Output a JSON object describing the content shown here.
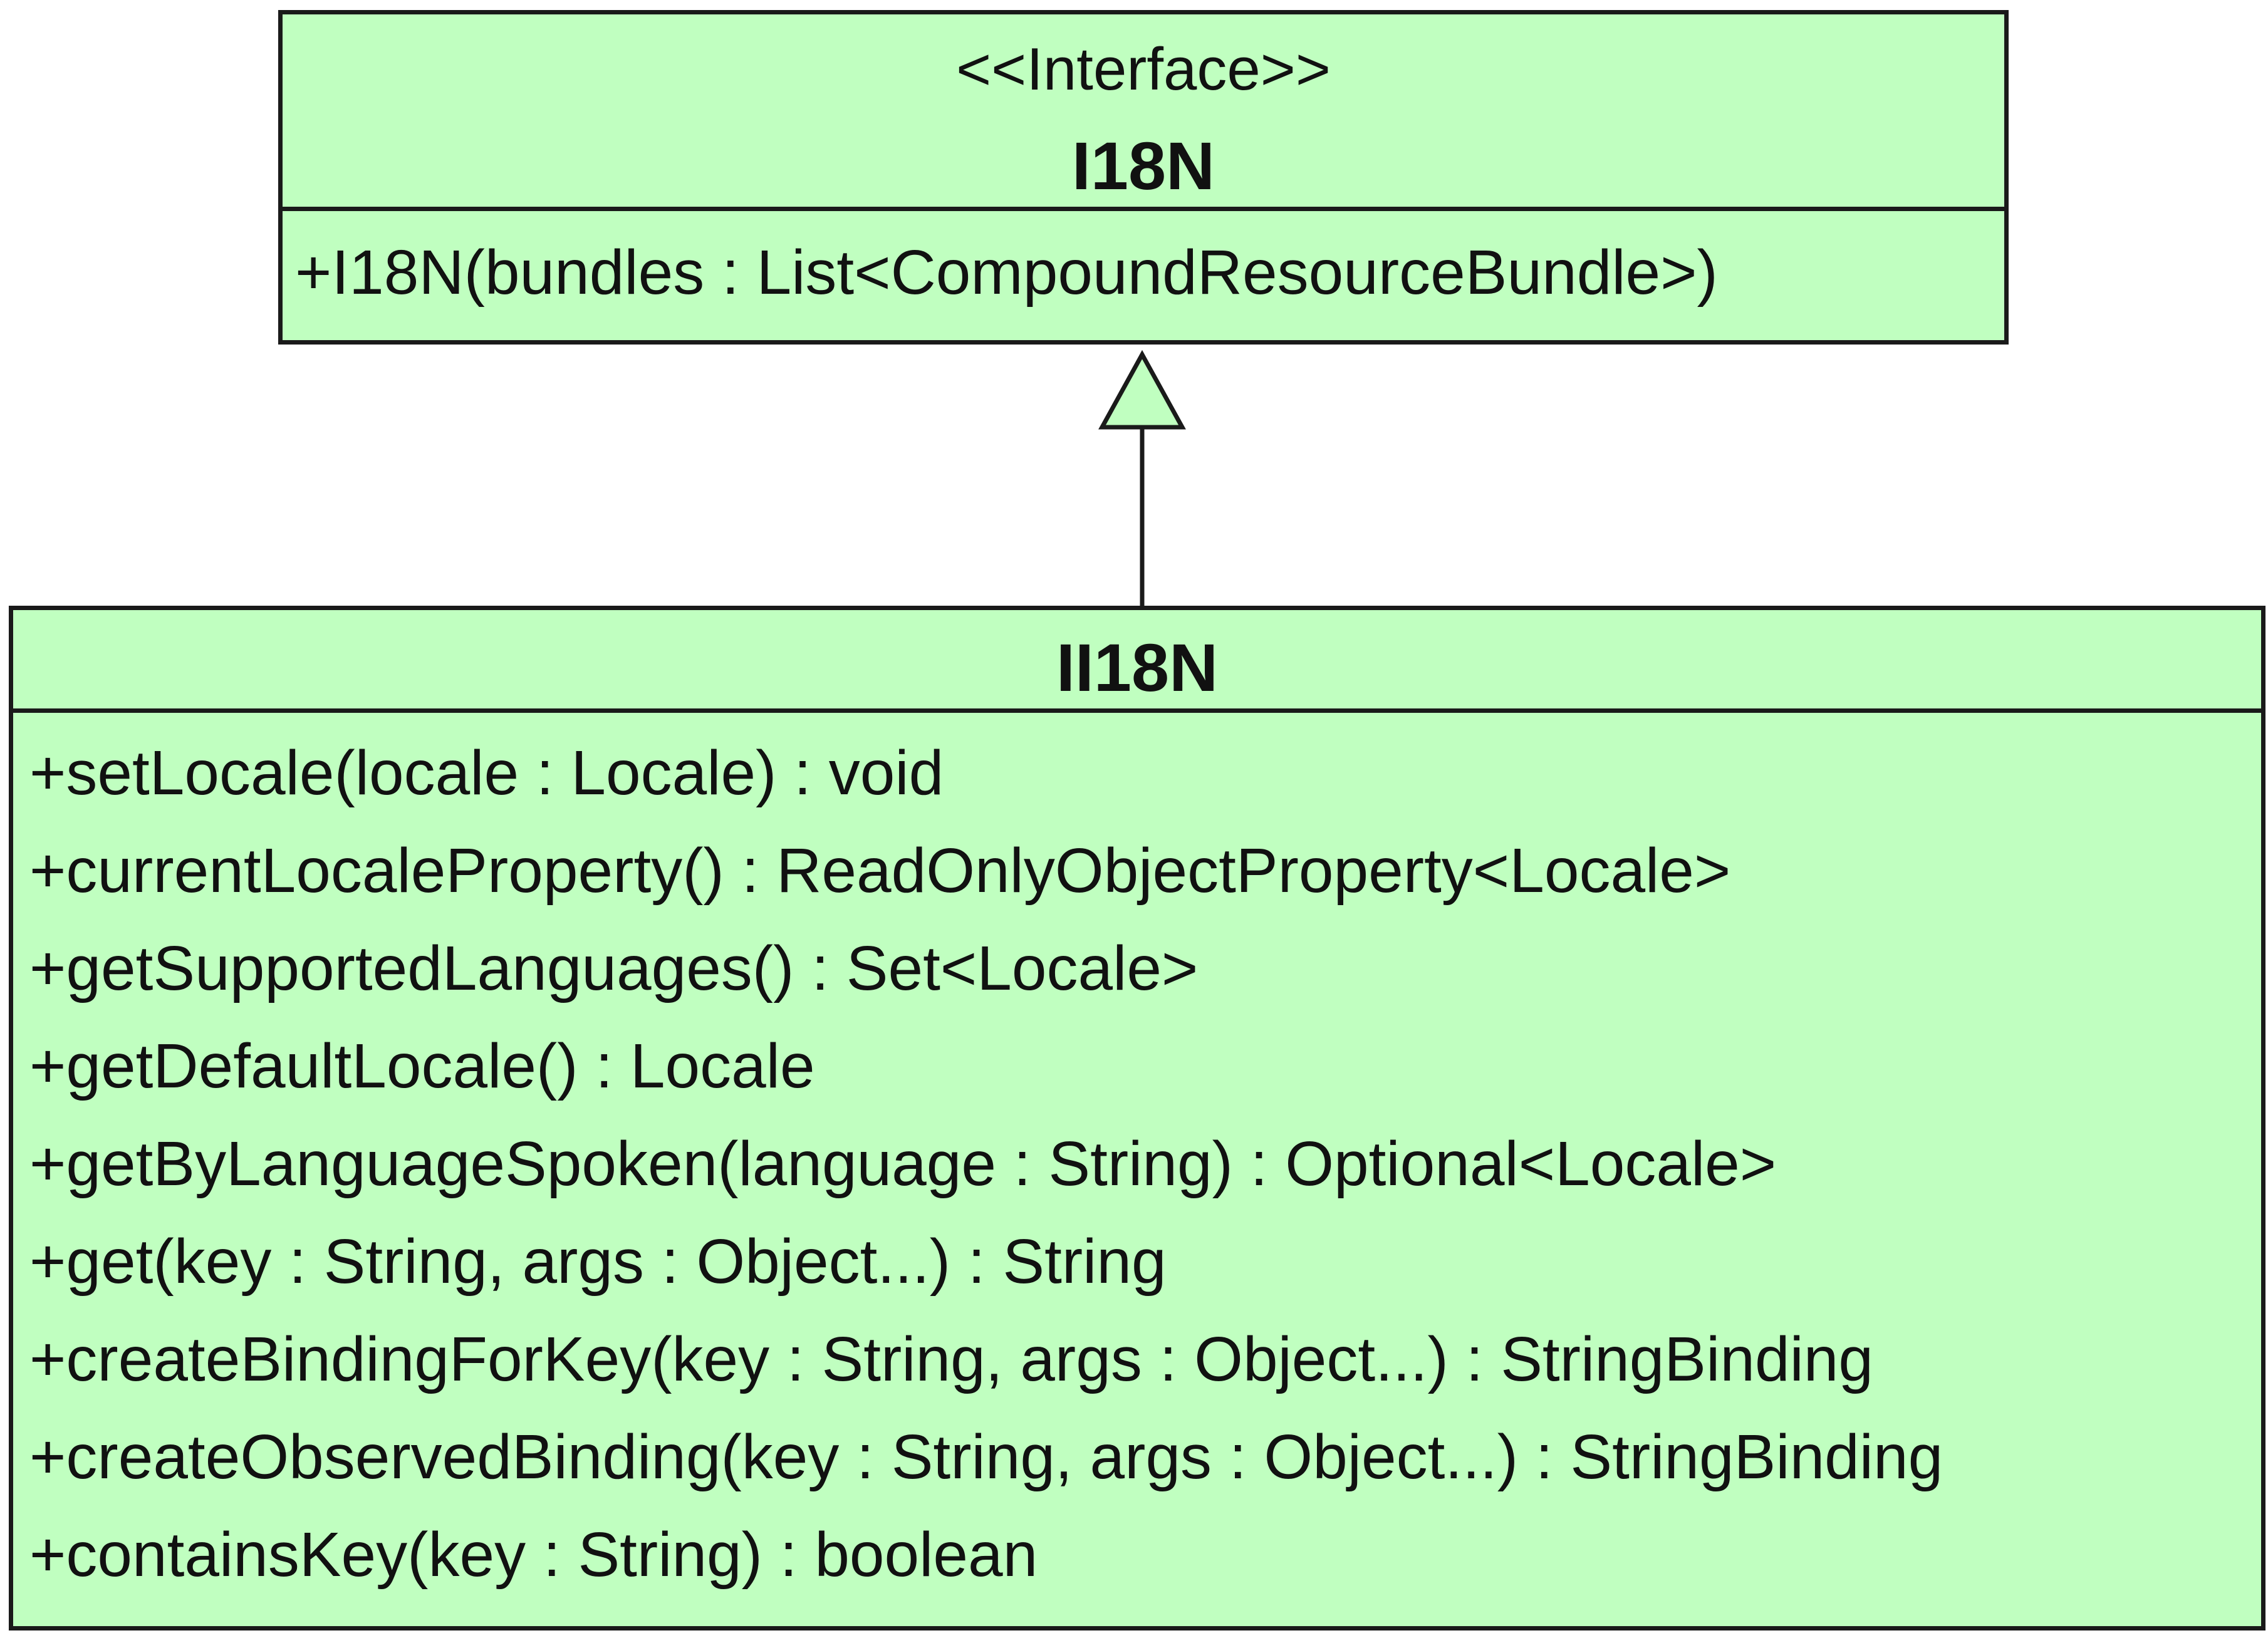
{
  "diagram": {
    "colors": {
      "class_fill": "#c0ffc0",
      "stroke": "#1a1a1a",
      "background": "#ffffff"
    },
    "relationship": {
      "type": "realization",
      "from": "II18N",
      "to": "I18N"
    },
    "classes": [
      {
        "stereotype": "<<Interface>>",
        "name": "I18N",
        "members": [
          "+I18N(bundles : List<CompoundResourceBundle>)"
        ]
      },
      {
        "name": "II18N",
        "members": [
          "+setLocale(locale : Locale) : void",
          "+currentLocaleProperty() : ReadOnlyObjectProperty<Locale>",
          "+getSupportedLanguages() : Set<Locale>",
          "+getDefaultLocale() : Locale",
          "+getByLanguageSpoken(language : String) : Optional<Locale>",
          "+get(key : String, args : Object...) : String",
          "+createBindingForKey(key : String, args : Object...) : StringBinding",
          "+createObservedBinding(key : String, args : Object...) : StringBinding",
          "+containsKey(key : String) : boolean"
        ]
      }
    ]
  }
}
